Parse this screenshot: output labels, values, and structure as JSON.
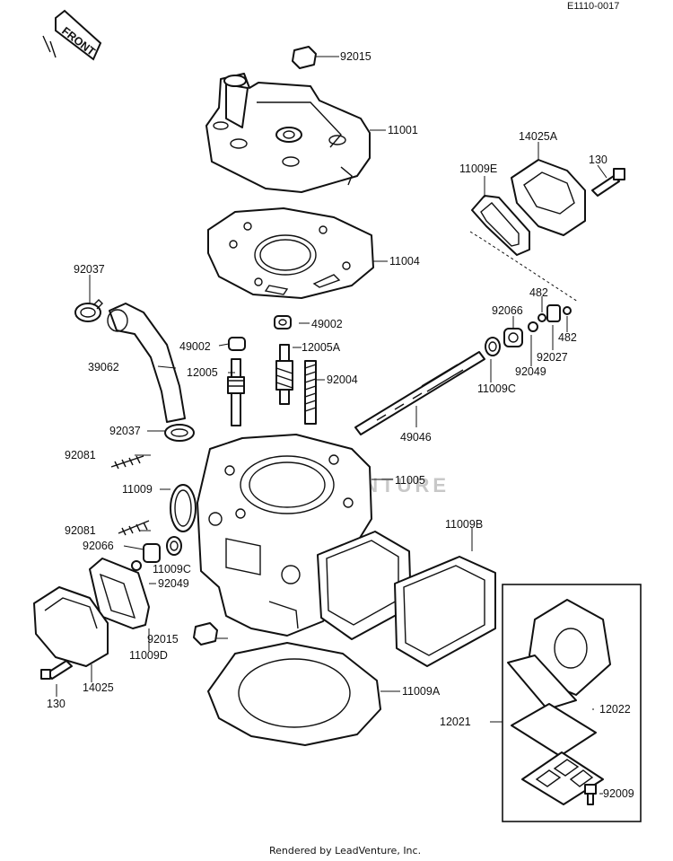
{
  "diagram_code": "E1110-0017",
  "front_label": "FRONT",
  "watermark": "LEADVENTURE",
  "footer": "Rendered by LeadVenture, Inc.",
  "part_labels": [
    {
      "id": "p92015a",
      "text": "92015"
    },
    {
      "id": "p11001",
      "text": "11001"
    },
    {
      "id": "p14025A",
      "text": "14025A"
    },
    {
      "id": "p11009E",
      "text": "11009E"
    },
    {
      "id": "p130a",
      "text": "130"
    },
    {
      "id": "p11004",
      "text": "11004"
    },
    {
      "id": "p92037a",
      "text": "92037"
    },
    {
      "id": "p482a",
      "text": "482"
    },
    {
      "id": "p92066a",
      "text": "92066"
    },
    {
      "id": "p49002a",
      "text": "49002"
    },
    {
      "id": "p482b",
      "text": "482"
    },
    {
      "id": "p49002b",
      "text": "49002"
    },
    {
      "id": "p12005A",
      "text": "12005A"
    },
    {
      "id": "p92027",
      "text": "92027"
    },
    {
      "id": "p39062",
      "text": "39062"
    },
    {
      "id": "p92049a",
      "text": "92049"
    },
    {
      "id": "p12005",
      "text": "12005"
    },
    {
      "id": "p92004",
      "text": "92004"
    },
    {
      "id": "p11009C_a",
      "text": "11009C"
    },
    {
      "id": "p92037b",
      "text": "92037"
    },
    {
      "id": "p49046",
      "text": "49046"
    },
    {
      "id": "p92081a",
      "text": "92081"
    },
    {
      "id": "p11005",
      "text": "11005"
    },
    {
      "id": "p11009",
      "text": "11009"
    },
    {
      "id": "p11009B",
      "text": "11009B"
    },
    {
      "id": "p92081b",
      "text": "92081"
    },
    {
      "id": "p92066b",
      "text": "92066"
    },
    {
      "id": "p11009C_b",
      "text": "11009C"
    },
    {
      "id": "p92049b",
      "text": "92049"
    },
    {
      "id": "p92015b",
      "text": "92015"
    },
    {
      "id": "p11009D",
      "text": "11009D"
    },
    {
      "id": "p12022",
      "text": "12022"
    },
    {
      "id": "p11009A",
      "text": "11009A"
    },
    {
      "id": "p14025",
      "text": "14025"
    },
    {
      "id": "p130b",
      "text": "130"
    },
    {
      "id": "p12021",
      "text": "12021"
    },
    {
      "id": "p92009",
      "text": "92009"
    }
  ]
}
